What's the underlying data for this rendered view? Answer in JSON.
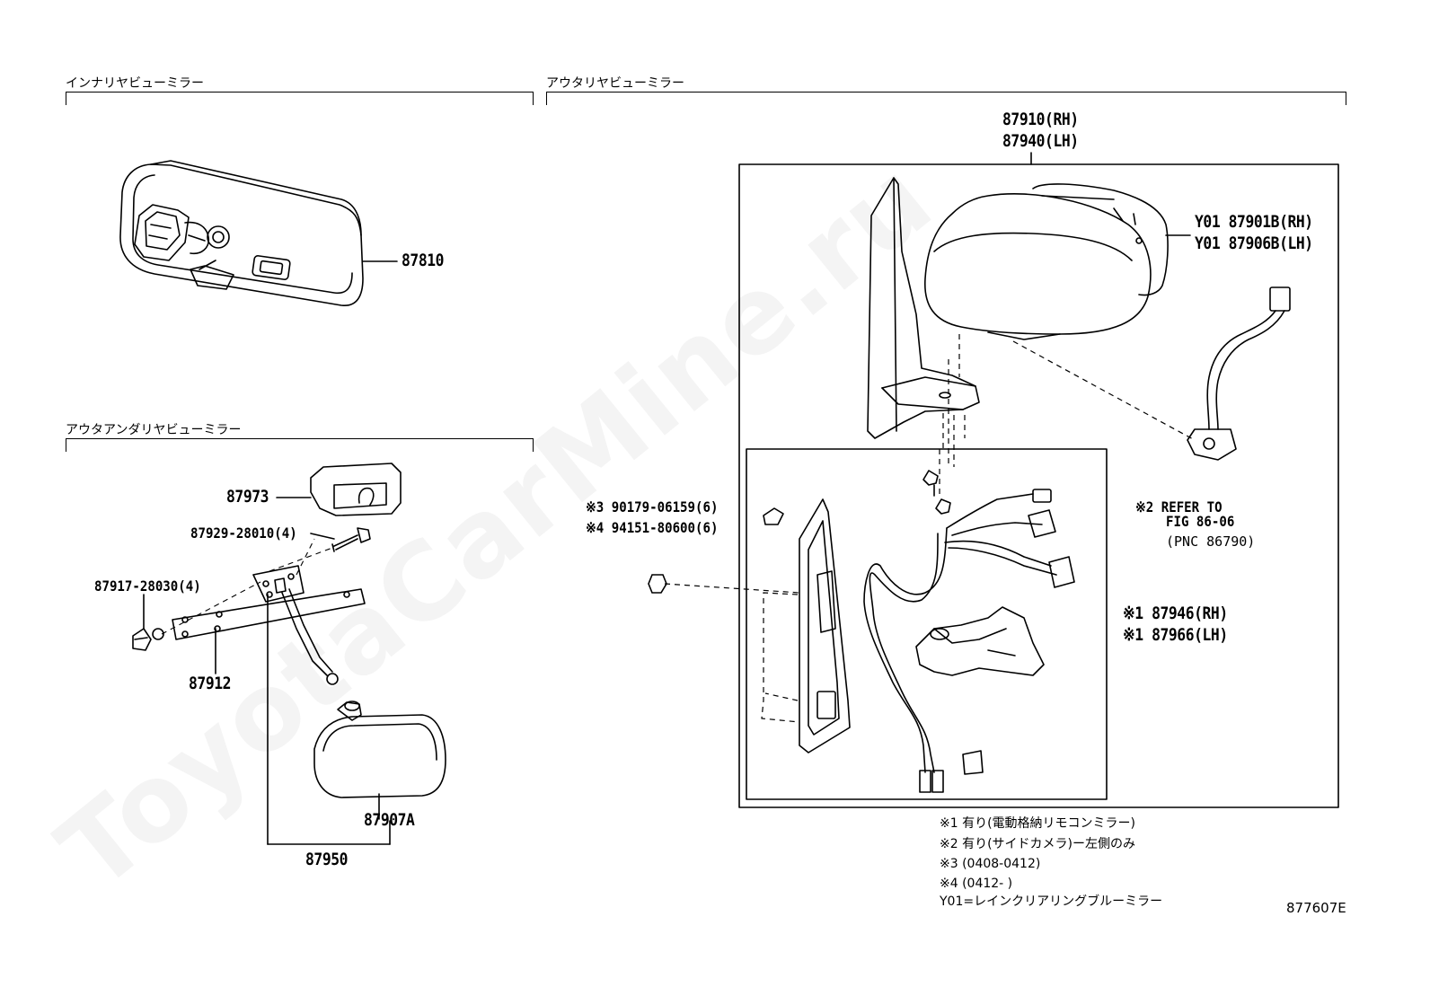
{
  "sections": {
    "inner": "インナリヤビューミラー",
    "outer": "アウタリヤビューミラー",
    "under": "アウタアンダリヤビューミラー"
  },
  "parts": {
    "p87810": "87810",
    "p87910": "87910(RH)",
    "p87940": "87940(LH)",
    "p87901b": "Y01 87901B(RH)",
    "p87906b": "Y01 87906B(LH)",
    "p87973": "87973",
    "p87929": "87929-28010(4)",
    "p87917": "87917-28030(4)",
    "p87912": "87912",
    "p87907a": "87907A",
    "p87950": "87950",
    "p90179": "※3 90179-06159(6)",
    "p94151": "※4 94151-80600(6)",
    "p87946": "※1  87946(RH)",
    "p87966": "※1  87966(LH)"
  },
  "refer": {
    "line1": "※2 REFER TO",
    "line2": "FIG 86-06",
    "line3": "(PNC 86790)"
  },
  "notes": [
    "※1 有り(電動格納リモコンミラー)",
    "※2 有り(サイドカメラ)ー左側のみ",
    "※3 (0408-0412)",
    "※4 (0412-          )",
    "Y01=レインクリアリングブルーミラー"
  ],
  "figure_id": "877607E",
  "watermark": "ToyotaCarMine.ru"
}
